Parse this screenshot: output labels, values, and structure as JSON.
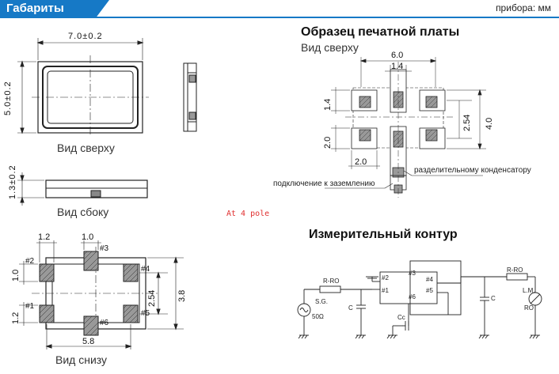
{
  "header": {
    "title": "Габариты",
    "units": "прибора: мм"
  },
  "top_view": {
    "width_dim": "7.0±0.2",
    "height_dim": "5.0±0.2",
    "label": "Вид сверху"
  },
  "side_view": {
    "height_dim": "1.3±0.2",
    "label": "Вид сбоку"
  },
  "bottom_view": {
    "dim_pad_w1": "1.2",
    "dim_pad_w2": "1.0",
    "dim_left_1": "1.0",
    "dim_left_2": "1.2",
    "dim_right_pitch": "2.54",
    "dim_right_total": "3.8",
    "dim_bottom": "5.8",
    "pins": [
      "#1",
      "#2",
      "#3",
      "#4",
      "#5",
      "#6"
    ],
    "label": "Вид снизу"
  },
  "note": "At 4 pole",
  "pcb": {
    "title": "Образец печатной платы",
    "subtitle": "Вид сверху",
    "dim_width": "6.0",
    "dim_center": "1.4",
    "dim_left_top": "1.4",
    "dim_left_bottom": "2.0",
    "dim_bottom": "2.0",
    "dim_pitch": "2.54",
    "dim_total": "4.0",
    "callout_capacitor": "разделительному конденсатору",
    "callout_ground": "подключение к заземлению"
  },
  "circuit": {
    "title": "Измерительный контур",
    "r_in": "R-RO",
    "r_out": "R-RO",
    "source": "S.G.",
    "source_imp": "50Ω",
    "cap_left": "C",
    "cap_right": "C",
    "cap_c": "Cc",
    "load": "L.M.",
    "load_r": "RO",
    "pins": [
      "#2",
      "#3",
      "#4",
      "#1",
      "#6",
      "#5"
    ]
  }
}
